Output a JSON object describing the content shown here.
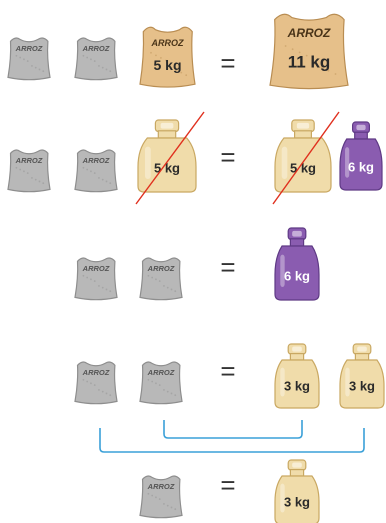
{
  "rows": [
    {
      "left": [
        {
          "kind": "grey-bag",
          "label": "ARROZ"
        },
        {
          "kind": "grey-bag",
          "label": "ARROZ"
        },
        {
          "kind": "tan-bag",
          "label": "ARROZ",
          "weight": "5 kg"
        }
      ],
      "sign": "=",
      "right": [
        {
          "kind": "tan-bag-large",
          "label": "ARROZ",
          "weight": "11 kg"
        }
      ]
    },
    {
      "left": [
        {
          "kind": "grey-bag",
          "label": "ARROZ"
        },
        {
          "kind": "grey-bag",
          "label": "ARROZ"
        },
        {
          "kind": "tan-weight",
          "weight": "5 kg",
          "crossed": true
        }
      ],
      "sign": "=",
      "right": [
        {
          "kind": "tan-weight",
          "weight": "5 kg",
          "crossed": true
        },
        {
          "kind": "purple-weight",
          "weight": "6 kg"
        }
      ]
    },
    {
      "left": [
        {
          "kind": "grey-bag",
          "label": "ARROZ"
        },
        {
          "kind": "grey-bag",
          "label": "ARROZ"
        }
      ],
      "sign": "=",
      "right": [
        {
          "kind": "purple-weight",
          "weight": "6 kg"
        }
      ]
    },
    {
      "left": [
        {
          "kind": "grey-bag",
          "label": "ARROZ"
        },
        {
          "kind": "grey-bag",
          "label": "ARROZ"
        }
      ],
      "sign": "=",
      "right": [
        {
          "kind": "tan-weight",
          "weight": "3 kg"
        },
        {
          "kind": "tan-weight",
          "weight": "3 kg"
        }
      ]
    },
    {
      "left": [
        {
          "kind": "grey-bag",
          "label": "ARROZ"
        }
      ],
      "sign": "=",
      "right": [
        {
          "kind": "tan-weight",
          "weight": "3 kg"
        }
      ]
    }
  ],
  "colors": {
    "grey_bag": "#b8b8b8",
    "grey_bag_dark": "#8e8e8e",
    "tan_bag": "#e6c08a",
    "tan_bag_dark": "#b98d52",
    "tan_weight": "#f0dcaa",
    "tan_weight_dark": "#c9a862",
    "purple_weight": "#8a5cb0",
    "purple_weight_dark": "#5f3a85",
    "cross_line": "#e0301e",
    "bracket_line": "#3aa0d8"
  },
  "icons": [
    "rice-bag-icon",
    "kettlebell-weight-icon",
    "equals-sign"
  ]
}
